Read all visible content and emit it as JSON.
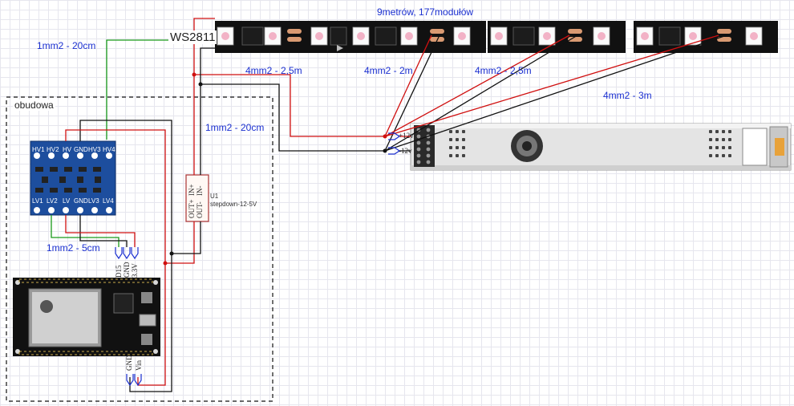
{
  "diagram": {
    "strip_title": "9metrów, 177modułów",
    "strip_label": "WS2811",
    "enclosure_label": "obudowa",
    "wire_labels": {
      "green_data": "1mm2 - 20cm",
      "feed_1": "4mm2 - 2,5m",
      "feed_2": "4mm2 - 2m",
      "feed_3": "4mm2 - 2,5m",
      "feed_4": "4mm2 - 3m",
      "stepdown_feed": "1mm2 - 20cm",
      "shifter_to_esp": "1mm2 - 5cm"
    },
    "stepdown": {
      "ref": "U1",
      "name": "stepdown-12-5V",
      "pin_in_plus": "IN+",
      "pin_in_minus": "IN-",
      "pin_out_plus": "OUT+",
      "pin_out_minus": "OUT-"
    },
    "level_shifter": {
      "top_pins": [
        "HV1",
        "HV2",
        "HV",
        "GND",
        "HV3",
        "HV4"
      ],
      "bottom_pins": [
        "LV1",
        "LV2",
        "LV",
        "GND",
        "LV3",
        "LV4"
      ]
    },
    "connectors": {
      "esp_data": [
        "D15",
        "GND",
        "3.3V"
      ],
      "esp_power": [
        "GND",
        "Vin"
      ],
      "psu": [
        "+12v",
        "-12v"
      ]
    },
    "colors": {
      "red_wire": "#d01010",
      "black_wire": "#111111",
      "green_wire": "#1a9a1a",
      "label_blue": "#1a2fd0",
      "shifter_blue": "#1d4e9e"
    }
  }
}
